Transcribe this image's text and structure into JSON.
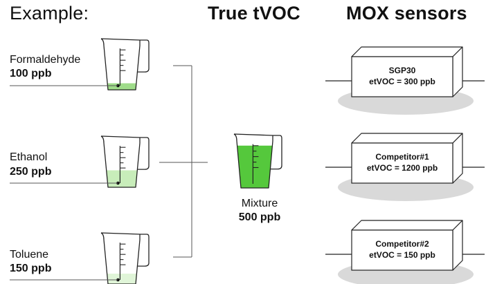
{
  "headings": {
    "example": "Example:",
    "true_tvoc": "True tVOC",
    "mox_sensors": "MOX sensors"
  },
  "inputs": [
    {
      "name": "Formaldehyde",
      "concentration": "100 ppb",
      "fill_level": 0.14,
      "fill_color": "#9fdc8a"
    },
    {
      "name": "Ethanol",
      "concentration": "250 ppb",
      "fill_level": 0.36,
      "fill_color": "#c8edba"
    },
    {
      "name": "Toluene",
      "concentration": "150 ppb",
      "fill_level": 0.22,
      "fill_color": "#e0f5d8"
    }
  ],
  "mixture": {
    "name": "Mixture",
    "concentration": "500 ppb",
    "fill_level": 0.85,
    "fill_color": "#55c83c"
  },
  "sensors": [
    {
      "name": "SGP30",
      "reading": "etVOC = 300 ppb"
    },
    {
      "name": "Competitor#1",
      "reading": "etVOC = 1200 ppb"
    },
    {
      "name": "Competitor#2",
      "reading": "etVOC = 150 ppb"
    }
  ],
  "colors": {
    "shadow": "#d9d9d9",
    "stroke": "#222222",
    "line": "#555555"
  }
}
